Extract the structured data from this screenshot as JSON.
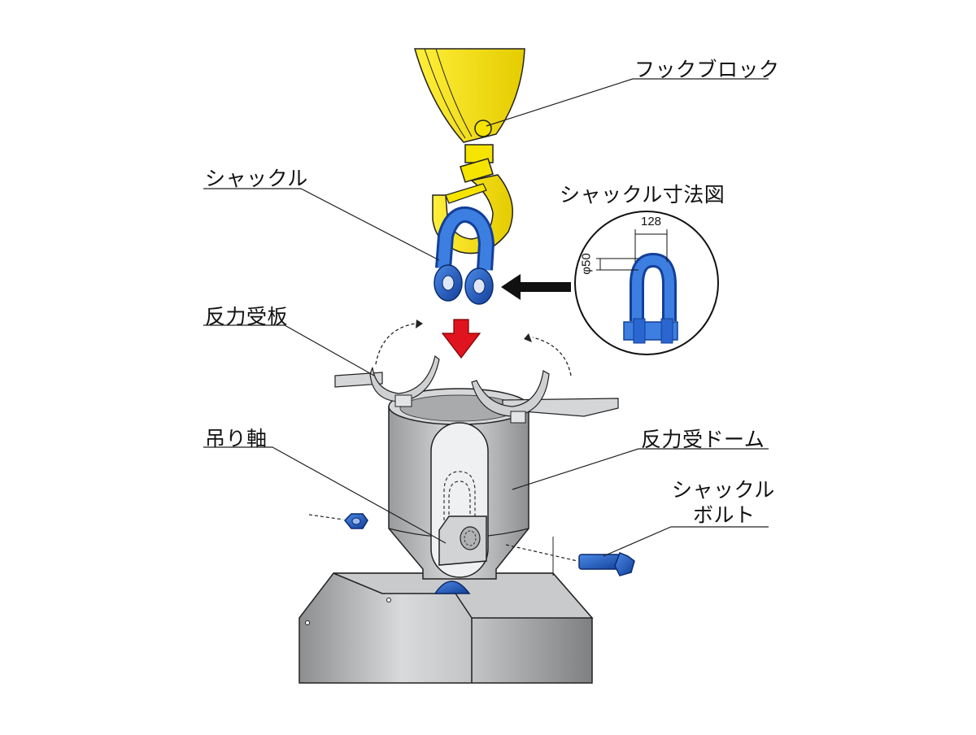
{
  "labels": {
    "hook_block": "フックブロック",
    "shackle": "シャックル",
    "shackle_dimension_figure": "シャックル寸法図",
    "reaction_plate": "反力受板",
    "hanging_shaft": "吊り軸",
    "reaction_dome": "反力受ドーム",
    "shackle_bolt_line1": "シャックル",
    "shackle_bolt_line2": "ボルト"
  },
  "dimensions": {
    "width": "128",
    "diameter": "φ50"
  },
  "colors": {
    "hook_yellow": "#f5e400",
    "shackle_blue": "#1f5fc8",
    "dome_gray": "#b8b9bb",
    "arrow_red": "#e0141e",
    "arrow_black": "#111111"
  }
}
